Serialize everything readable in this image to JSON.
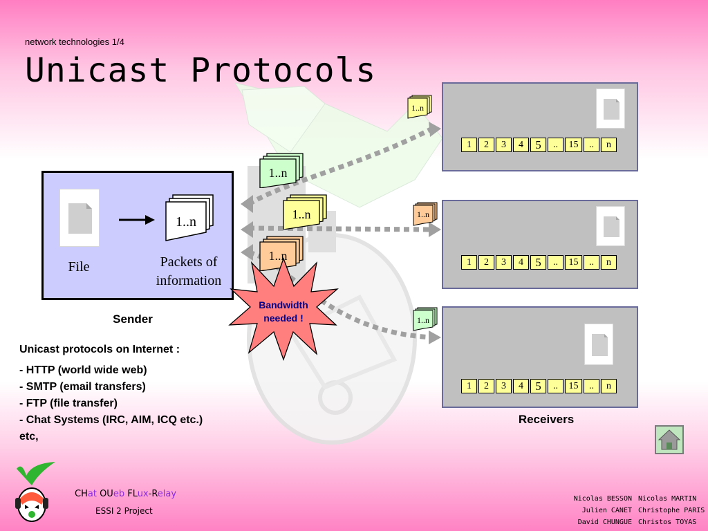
{
  "header": {
    "subtitle": "network technologies 1/4",
    "title": "Unicast Protocols"
  },
  "sender": {
    "file_label": "File",
    "packets_label_line1": "Packets of",
    "packets_label_line2": "information",
    "packet_stack_label": "1..n",
    "caption": "Sender"
  },
  "transit_packets": [
    {
      "label": "1..n",
      "color": "#ccffcc"
    },
    {
      "label": "1..n",
      "color": "#ffff99"
    },
    {
      "label": "1..n",
      "color": "#ffcc99"
    }
  ],
  "burst": {
    "line1": "Bandwidth",
    "line2": "needed !",
    "color": "#ff7f7f"
  },
  "receivers": {
    "caption": "Receivers",
    "small_packet_label": "1..n",
    "sequence": [
      "1",
      "2",
      "3",
      "4",
      "5",
      "..",
      "15",
      "..",
      "n"
    ]
  },
  "protocols": {
    "heading": "Unicast protocols on Internet :",
    "items": [
      "- HTTP (world wide web)",
      "- SMTP (email transfers)",
      "- FTP (file transfer)",
      "- Chat Systems (IRC, AIM, ICQ etc.)",
      "etc,"
    ]
  },
  "footer": {
    "project_name_parts": [
      "CH",
      "at",
      " OU",
      "eb",
      " FL",
      "ux",
      "-R",
      "elay"
    ],
    "project_subtitle": "ESSI 2 Project",
    "authors_col1": [
      "Nicolas BESSON",
      "Julien CANET",
      "David CHUNGUE"
    ],
    "authors_col2": [
      "Nicolas MARTIN",
      "Christophe PARIS",
      "Christos TOYAS"
    ]
  },
  "colors": {
    "sender_bg": "#ccccff",
    "receiver_bg": "#c0c0c0",
    "cell_bg": "#ffff99",
    "arrow": "#a0a0a0"
  },
  "icons": {
    "home": "home-icon",
    "mascot": "mascot-logo"
  }
}
